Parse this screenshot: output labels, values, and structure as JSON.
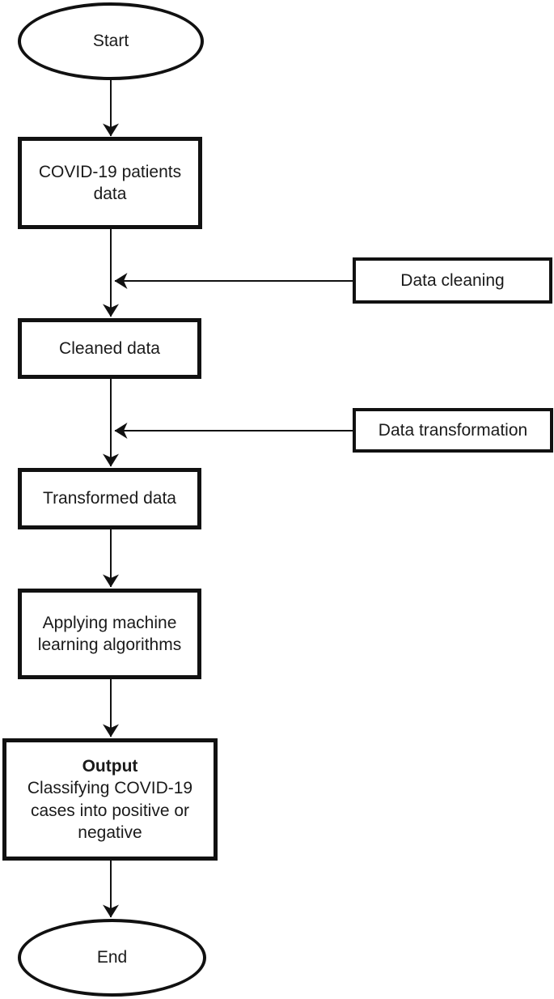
{
  "diagram": {
    "type": "flowchart",
    "colors": {
      "stroke": "#111111",
      "text": "#1a1a1a",
      "background": "#ffffff"
    },
    "nodes": {
      "start": {
        "label": "Start",
        "shape": "ellipse"
      },
      "patients_data": {
        "label": "COVID-19 patients data",
        "shape": "rectangle"
      },
      "data_cleaning": {
        "label": "Data cleaning",
        "shape": "rectangle"
      },
      "cleaned_data": {
        "label": "Cleaned data",
        "shape": "rectangle"
      },
      "data_transformation": {
        "label": "Data transformation",
        "shape": "rectangle"
      },
      "transformed_data": {
        "label": "Transformed data",
        "shape": "rectangle"
      },
      "applying_ml": {
        "label": "Applying machine learning algorithms",
        "shape": "rectangle"
      },
      "output": {
        "title": "Output",
        "label": "Classifying COVID-19 cases into positive or negative",
        "shape": "rectangle"
      },
      "end": {
        "label": "End",
        "shape": "ellipse"
      }
    },
    "edges": [
      {
        "from": "start",
        "to": "patients_data"
      },
      {
        "from": "patients_data",
        "to": "cleaned_data"
      },
      {
        "from": "data_cleaning",
        "to": "flow-line",
        "direction": "left"
      },
      {
        "from": "cleaned_data",
        "to": "transformed_data"
      },
      {
        "from": "data_transformation",
        "to": "flow-line",
        "direction": "left"
      },
      {
        "from": "transformed_data",
        "to": "applying_ml"
      },
      {
        "from": "applying_ml",
        "to": "output"
      },
      {
        "from": "output",
        "to": "end"
      }
    ]
  }
}
